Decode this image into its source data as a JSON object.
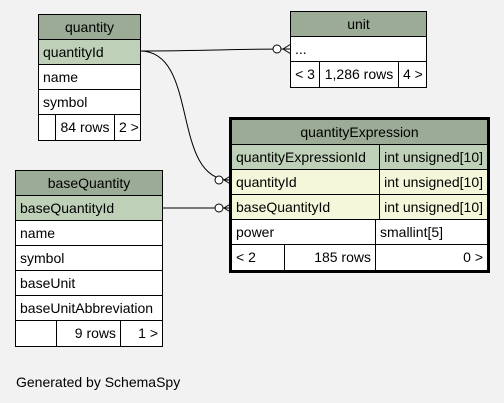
{
  "footer": "Generated by SchemaSpy",
  "tables": {
    "quantity": {
      "title": "quantity",
      "columns": [
        "quantityId",
        "name",
        "symbol"
      ],
      "footer": {
        "left": "",
        "rows": "84 rows",
        "right": "2 >"
      }
    },
    "unit": {
      "title": "unit",
      "columns": [
        "..."
      ],
      "footer": {
        "left": "< 3",
        "rows": "1,286 rows",
        "right": "4 >"
      }
    },
    "quantityExpression": {
      "title": "quantityExpression",
      "columns": [
        {
          "name": "quantityExpressionId",
          "type": "int unsigned[10]"
        },
        {
          "name": "quantityId",
          "type": "int unsigned[10]"
        },
        {
          "name": "baseQuantityId",
          "type": "int unsigned[10]"
        },
        {
          "name": "power",
          "type": "smallint[5]"
        }
      ],
      "footer": {
        "left": "< 2",
        "rows": "185 rows",
        "right": "0 >"
      }
    },
    "baseQuantity": {
      "title": "baseQuantity",
      "columns": [
        "baseQuantityId",
        "name",
        "symbol",
        "baseUnit",
        "baseUnitAbbreviation"
      ],
      "footer": {
        "left": "",
        "rows": "9 rows",
        "right": "1 >"
      }
    }
  },
  "colors": {
    "header": "#9bab96",
    "primary_key": "#bed1b8",
    "foreign_key": "#f4f7da",
    "background": "#f2f2f2"
  }
}
